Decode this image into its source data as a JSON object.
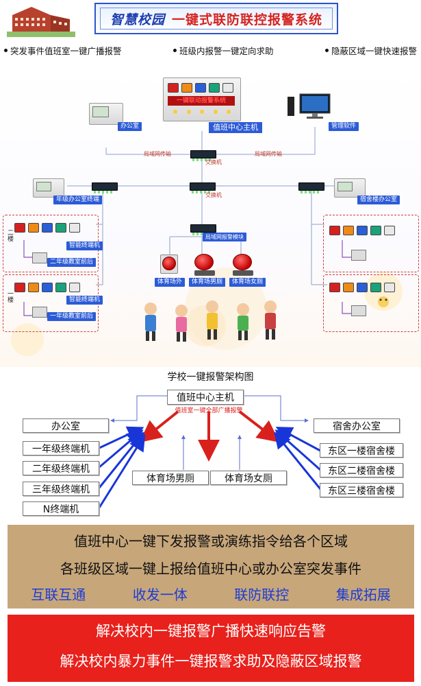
{
  "header": {
    "title_part1": "智慧校园",
    "title_part2": "一键式联防联控报警系统",
    "features": [
      "突发事件值班室一键广播报警",
      "班级内报警一键定向求助",
      "隐蔽区域一键快速报警"
    ]
  },
  "network": {
    "main_panel_title": "一键联动报警系统",
    "host_label": "值班中心主机",
    "office_label": "办公室",
    "software_label": "管理软件",
    "lan_left": "局域网传输",
    "lan_right": "局域网传输",
    "switch_top": "交换机",
    "switch_mid": "交换机",
    "left_terminal_label": "年级办公室终端",
    "right_terminal_label": "宿舍楼办公室",
    "floor2_label": "二楼",
    "floor1_label": "一楼",
    "smart_terminal": "智能终端机",
    "grade2_panel": "二年级教室前后",
    "grade1_panel": "一年级教室前后",
    "io_device": "局域网报警模块",
    "toilet_outdoor": "体育场外",
    "toilet_male": "体育场男厕",
    "toilet_female": "体育场女厕",
    "key_colors": [
      "#d62020",
      "#f08a16",
      "#2a5fd8",
      "#1aa37a",
      "#e8e8e8"
    ]
  },
  "arch": {
    "caption": "学校一键报警架构图",
    "host": "值班中心主机",
    "broadcast": "值班室一键全部广播报警",
    "left_boxes": [
      "办公室",
      "一年级终端机",
      "二年级终端机",
      "三年级终端机",
      "N终端机"
    ],
    "right_boxes": [
      "宿舍办公室",
      "东区一楼宿舍楼",
      "东区二楼宿舍楼",
      "东区三楼宿舍楼"
    ],
    "mid_boxes": [
      "体育场男厕",
      "体育场女厕"
    ],
    "colors": {
      "red_arrow": "#d8211d",
      "blue_arrow": "#1836d8",
      "thin_line": "#5a6fd0"
    }
  },
  "panels": {
    "brown_line1": "值班中心一键下发报警或演练指令给各个区域",
    "brown_line2": "各班级区域一键上报给值班中心或办公室突发事件",
    "highlights": [
      "互联互通",
      "收发一体",
      "联防联控",
      "集成拓展"
    ],
    "red_line1": "解决校内一键报警广播快速响应告警",
    "red_line2": "解决校内暴力事件一键报警求助及隐蔽区域报警"
  }
}
